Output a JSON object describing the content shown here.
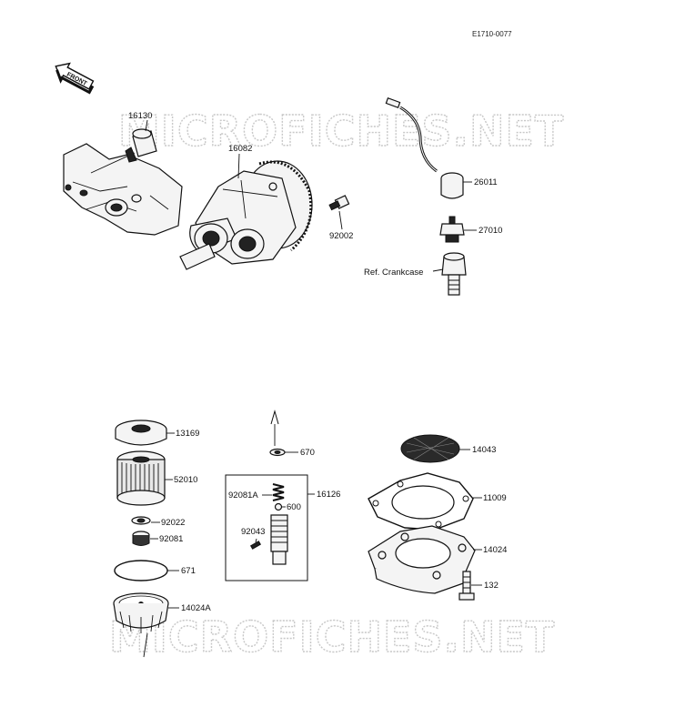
{
  "diagram_code": "E1710-0077",
  "front_label": "FRONT",
  "watermark": "MICROFICHES.NET",
  "parts": {
    "p16130": "16130",
    "p16082": "16082",
    "p92002": "92002",
    "p26011": "26011",
    "p27010": "27010",
    "ref_crankcase": "Ref. Crankcase",
    "p13169": "13169",
    "p52010": "52010",
    "p92022": "92022",
    "p92081": "92081",
    "p671": "671",
    "p14024A": "14024A",
    "p670": "670",
    "p92081A": "92081A",
    "p16126": "16126",
    "p600": "600",
    "p92043": "92043",
    "p14043": "14043",
    "p11009": "11009",
    "p14024": "14024",
    "p132": "132"
  }
}
